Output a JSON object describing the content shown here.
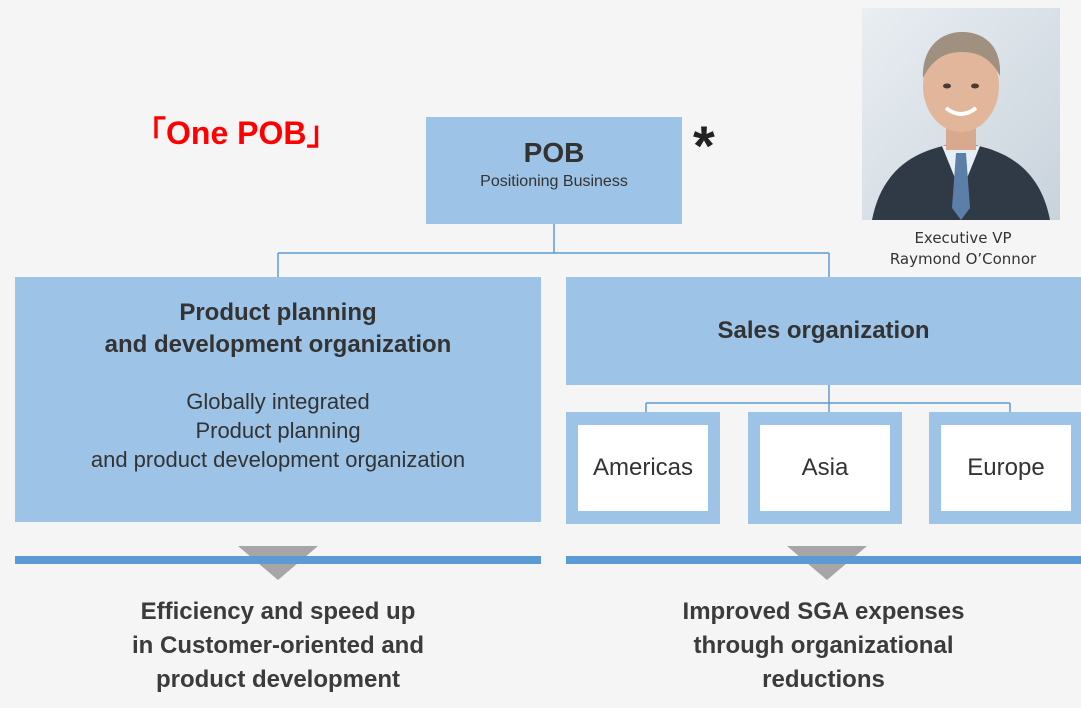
{
  "header": {
    "one_pob": "「One POB」",
    "asterisk": "*"
  },
  "pob": {
    "title": "POB",
    "subtitle": "Positioning Business"
  },
  "executive": {
    "title": "Executive VP",
    "name": "Raymond O’Connor"
  },
  "product_org": {
    "title_line1": "Product planning",
    "title_line2": "and development organization",
    "desc_line1": "Globally integrated",
    "desc_line2": "Product planning",
    "desc_line3": "and product development organization"
  },
  "sales_org": {
    "title": "Sales organization",
    "regions": [
      "Americas",
      "Asia",
      "Europe"
    ]
  },
  "outcomes": {
    "left": [
      "Efficiency and speed up",
      "in Customer-oriented and",
      "product development"
    ],
    "right": [
      "Improved SGA expenses",
      "through organizational",
      "reductions"
    ]
  },
  "colors": {
    "box": "#9dc3e6",
    "connector": "#5b9bd5",
    "accent_red": "#ff0000",
    "arrow": "#a6a6a6"
  }
}
